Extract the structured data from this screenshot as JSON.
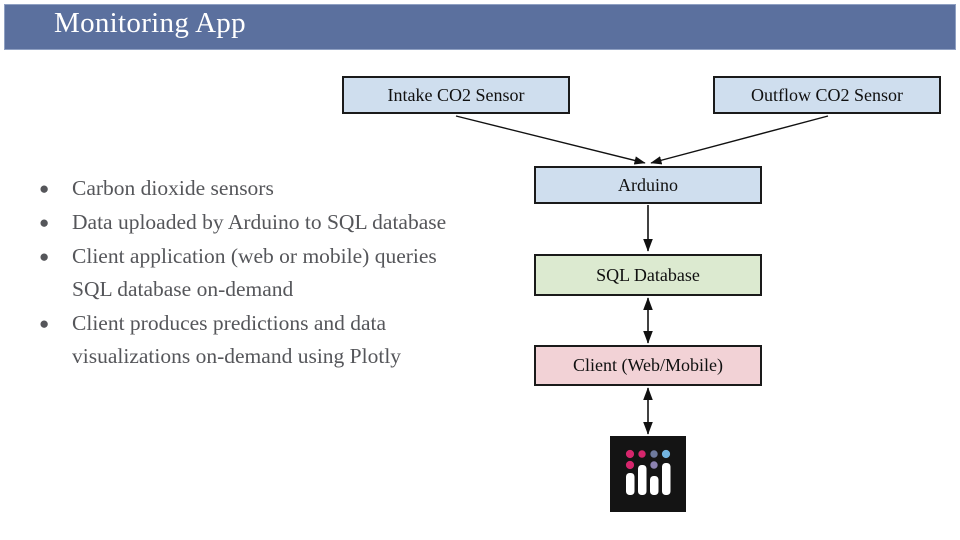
{
  "slide": {
    "title": "Monitoring App",
    "title_bar_color": "#5b709e",
    "background_color": "#ffffff"
  },
  "bullets": [
    {
      "marker": "●",
      "text": "Carbon dioxide sensors"
    },
    {
      "marker": "●",
      "text": "Data uploaded by Arduino to SQL database"
    },
    {
      "marker": "●",
      "text": "Client application (web or mobile) queries SQL database on-demand"
    },
    {
      "marker": "●",
      "text": "Client produces predictions and data visualizations on-demand using Plotly"
    }
  ],
  "diagram": {
    "nodes": [
      {
        "id": "intake-sensor",
        "label": "Intake CO2 Sensor",
        "fill": "#cfdeee"
      },
      {
        "id": "outflow-sensor",
        "label": "Outflow CO2 Sensor",
        "fill": "#cfdeee"
      },
      {
        "id": "arduino",
        "label": "Arduino",
        "fill": "#cfdeee"
      },
      {
        "id": "sql-database",
        "label": "SQL Database",
        "fill": "#dcead0"
      },
      {
        "id": "client",
        "label": "Client (Web/Mobile)",
        "fill": "#f2d2d6"
      }
    ],
    "edges": [
      {
        "from": "intake-sensor",
        "to": "arduino",
        "direction": "one-way"
      },
      {
        "from": "outflow-sensor",
        "to": "arduino",
        "direction": "one-way"
      },
      {
        "from": "arduino",
        "to": "sql-database",
        "direction": "one-way"
      },
      {
        "from": "sql-database",
        "to": "client",
        "direction": "two-way"
      },
      {
        "from": "client",
        "to": "plotly-logo",
        "direction": "two-way"
      }
    ],
    "logo": {
      "name": "plotly-logo",
      "background": "#141414",
      "dot_colors": [
        "#d6266c",
        "#d6266c",
        "#6e7a9e",
        "#72b4e0",
        "#d6266c",
        "#8c82b0"
      ],
      "bar_color": "#ffffff"
    }
  }
}
